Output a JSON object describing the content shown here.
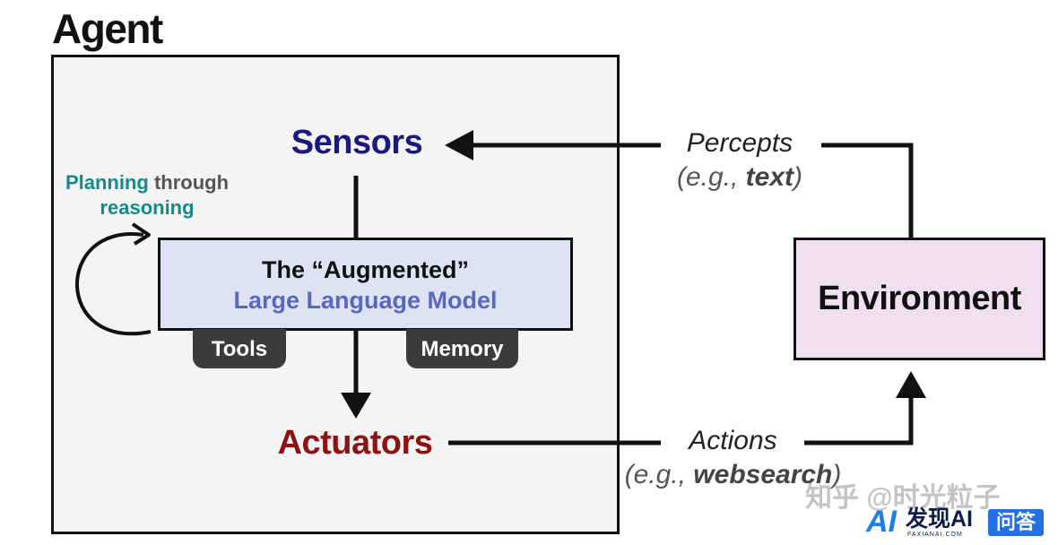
{
  "agent": {
    "title": "Agent"
  },
  "sensors": {
    "label": "Sensors"
  },
  "actuators": {
    "label": "Actuators"
  },
  "planning": {
    "teal_part": "Planning",
    "gray_part": " through",
    "teal_part2": "reasoning"
  },
  "llm": {
    "line1": "The “Augmented”",
    "line2": "Large Language Model",
    "tools": "Tools",
    "memory": "Memory"
  },
  "environment": {
    "label": "Environment"
  },
  "percepts": {
    "label": "Percepts",
    "example_prefix": "(e.g., ",
    "example": "text",
    "example_suffix": ")"
  },
  "actions": {
    "label": "Actions",
    "example_prefix": "(e.g., ",
    "example": "websearch",
    "example_suffix": ")"
  },
  "watermark": {
    "text": "知乎 @时光粒子",
    "logo_ai": "AI",
    "logo_text": "发现AI",
    "logo_sub": "FAXIANAI.COM",
    "logo_badge": "问答"
  },
  "colors": {
    "sensors": "#1a1a7e",
    "actuators": "#8e1212",
    "llm_fill": "#dee3f3",
    "env_fill": "#efdff1",
    "planning_teal": "#17898a"
  }
}
